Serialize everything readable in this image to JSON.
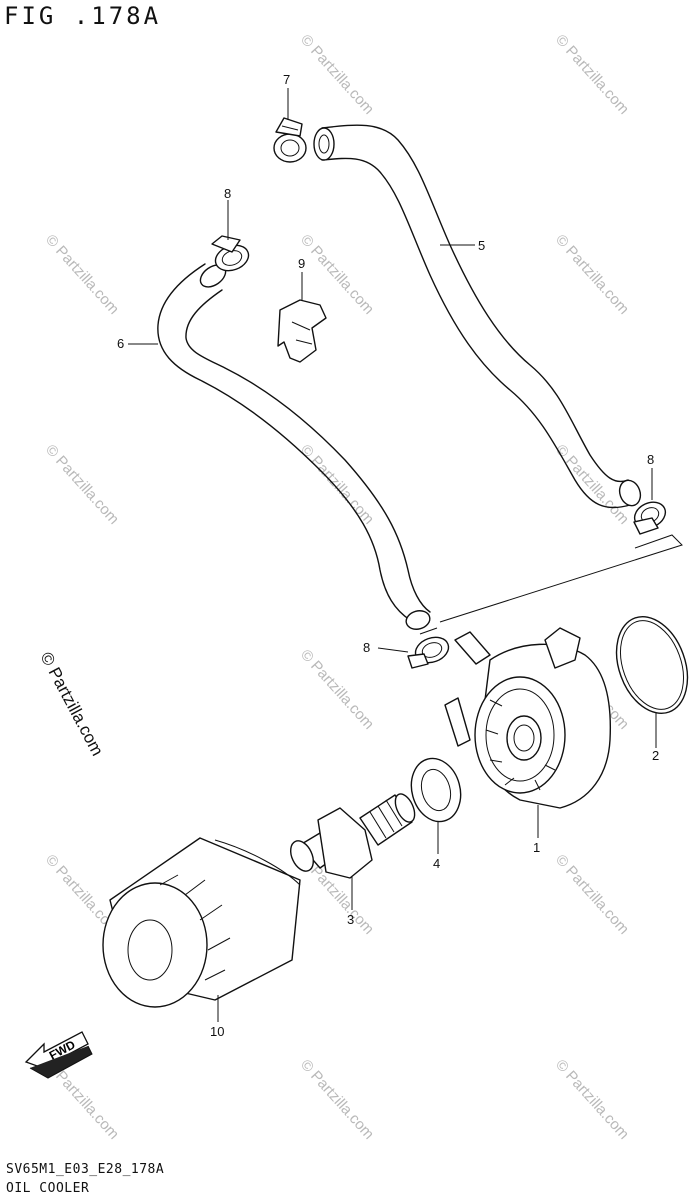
{
  "header": {
    "figure_title": "FIG .178A"
  },
  "footer": {
    "code": "SV65M1_E03_E28_178A",
    "name": "OIL COOLER"
  },
  "watermark": {
    "text": "© Partzilla.com",
    "side_text": "© Partzilla.com"
  },
  "callouts": {
    "c1": "1",
    "c2": "2",
    "c3": "3",
    "c4": "4",
    "c5": "5",
    "c6": "6",
    "c7": "7",
    "c8a": "8",
    "c8b": "8",
    "c8c": "8",
    "c9": "9",
    "c10": "10"
  },
  "fwd_label": "FWD",
  "icons": {
    "fwd_arrow": "fwd-arrow-icon",
    "oil_cooler": "oil-cooler-icon",
    "oil_filter": "oil-filter-icon",
    "hose": "hose-icon",
    "clamp": "clamp-icon"
  }
}
